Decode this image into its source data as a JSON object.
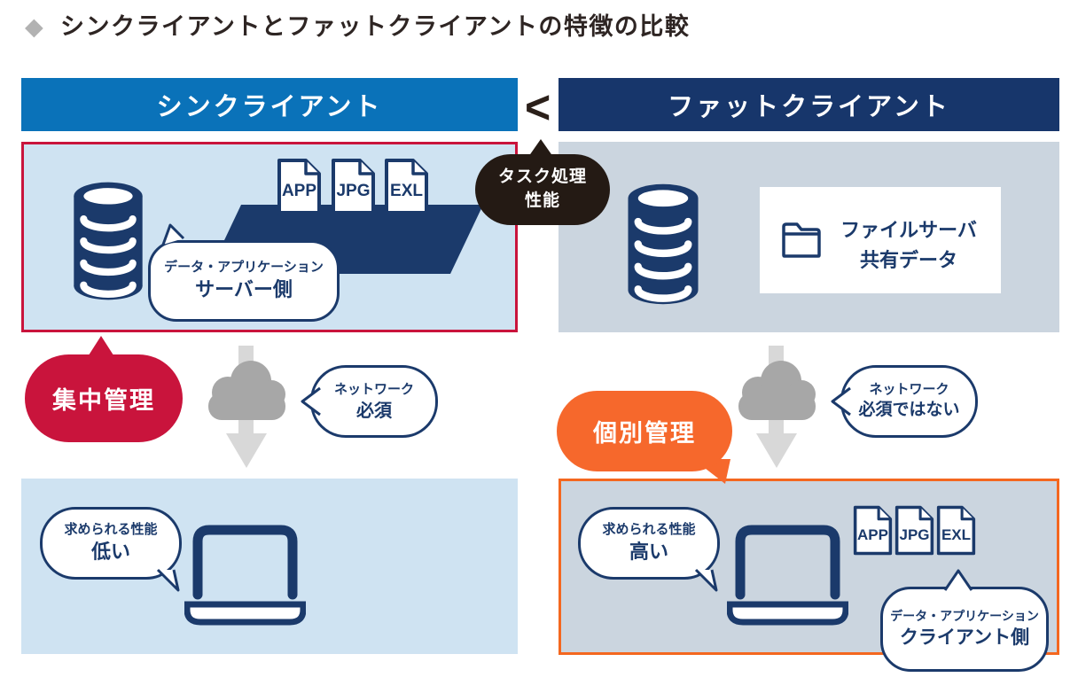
{
  "title": {
    "bullet": "◆",
    "text": "シンクライアントとファットクライアントの特徴の比較"
  },
  "comparison": {
    "operator": "<",
    "task_bubble": {
      "line1": "タスク処理",
      "line2": "性能"
    }
  },
  "thin_client": {
    "header": "シンクライアント",
    "server_bubble": {
      "line1": "データ・アプリケーション",
      "line2": "サーバー側"
    },
    "files": [
      "APP",
      "JPG",
      "EXL"
    ],
    "management_label": "集中管理",
    "network_bubble": {
      "line1": "ネットワーク",
      "line2": "必須"
    },
    "performance_bubble": {
      "line1": "求められる性能",
      "line2": "低い"
    }
  },
  "fat_client": {
    "header": "ファットクライアント",
    "file_server_box": {
      "line1": "ファイルサーバ",
      "line2": "共有データ"
    },
    "files": [
      "APP",
      "JPG",
      "EXL"
    ],
    "management_label": "個別管理",
    "network_bubble": {
      "line1": "ネットワーク",
      "line2": "必須ではない"
    },
    "performance_bubble": {
      "line1": "求められる性能",
      "line2": "高い"
    },
    "client_bubble": {
      "line1": "データ・アプリケーション",
      "line2": "クライアント側"
    }
  },
  "icons": [
    "diamond-bullet-icon",
    "database-icon",
    "document-icon",
    "folder-icon",
    "cloud-icon",
    "down-arrow-icon",
    "laptop-icon"
  ],
  "colors": {
    "thin_header_blue": "#0a72b9",
    "fat_header_navy": "#17366b",
    "thin_panel_blue": "#cfe3f2",
    "fat_panel_gray": "#cbd5df",
    "icon_navy": "#1b3a6b",
    "red_accent": "#c9143c",
    "orange_accent": "#f4671f",
    "orange_pill": "#f6682c",
    "black_bubble": "#241a14",
    "cloud_gray": "#a7a7a7",
    "arrow_gray": "#d8d8d8"
  }
}
